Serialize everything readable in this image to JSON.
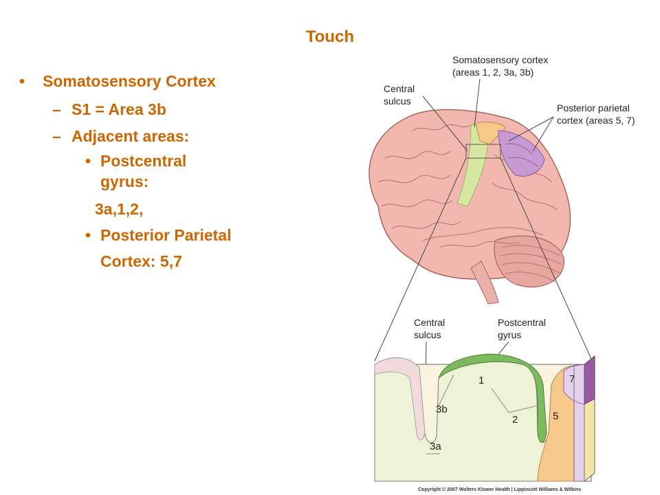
{
  "slide": {
    "title": "Touch"
  },
  "bullets": {
    "l1": {
      "marker": "•",
      "text": "Somatosensory Cortex"
    },
    "l2a": {
      "marker": "–",
      "text": "S1 = Area 3b"
    },
    "l2b": {
      "marker": "–",
      "text": "Adjacent areas:"
    },
    "l3a": {
      "marker": "•",
      "line1": "Postcentral",
      "line2": "gyrus:"
    },
    "l3a_cont": "3a,1,2,",
    "l3b": {
      "marker": "•",
      "line1": "Posterior Parietal",
      "line2": "Cortex: 5,7"
    }
  },
  "figure": {
    "labels": {
      "somatosensory_l1": "Somatosensory cortex",
      "somatosensory_l2": "(areas 1, 2, 3a, 3b)",
      "central_l1": "Central",
      "central_l2": "sulcus",
      "posterior_l1": "Posterior parietal",
      "posterior_l2": "cortex (areas 5, 7)",
      "central2_l1": "Central",
      "central2_l2": "sulcus",
      "postcentral_l1": "Postcentral",
      "postcentral_l2": "gyrus"
    },
    "areas": {
      "a1": "1",
      "a2": "2",
      "a3b": "3b",
      "a3a": "3a",
      "a5": "5",
      "a7": "7"
    },
    "copyright": "Copyright © 2007 Wolters Kluwer Health | Lippincott Williams & Wilkins",
    "colors": {
      "brain": "#f2b8b0",
      "brain_outline": "#a5655e",
      "s1": "#d7e6a0",
      "gyrus_top": "#7dba5f",
      "area5": "#f6c98a",
      "area7": "#e4d2ea",
      "area7_side": "#9a5aa0",
      "posterior": "#c79ad3",
      "tissue": "#f8f4df",
      "sulcus_wall": "#f1dada"
    }
  }
}
